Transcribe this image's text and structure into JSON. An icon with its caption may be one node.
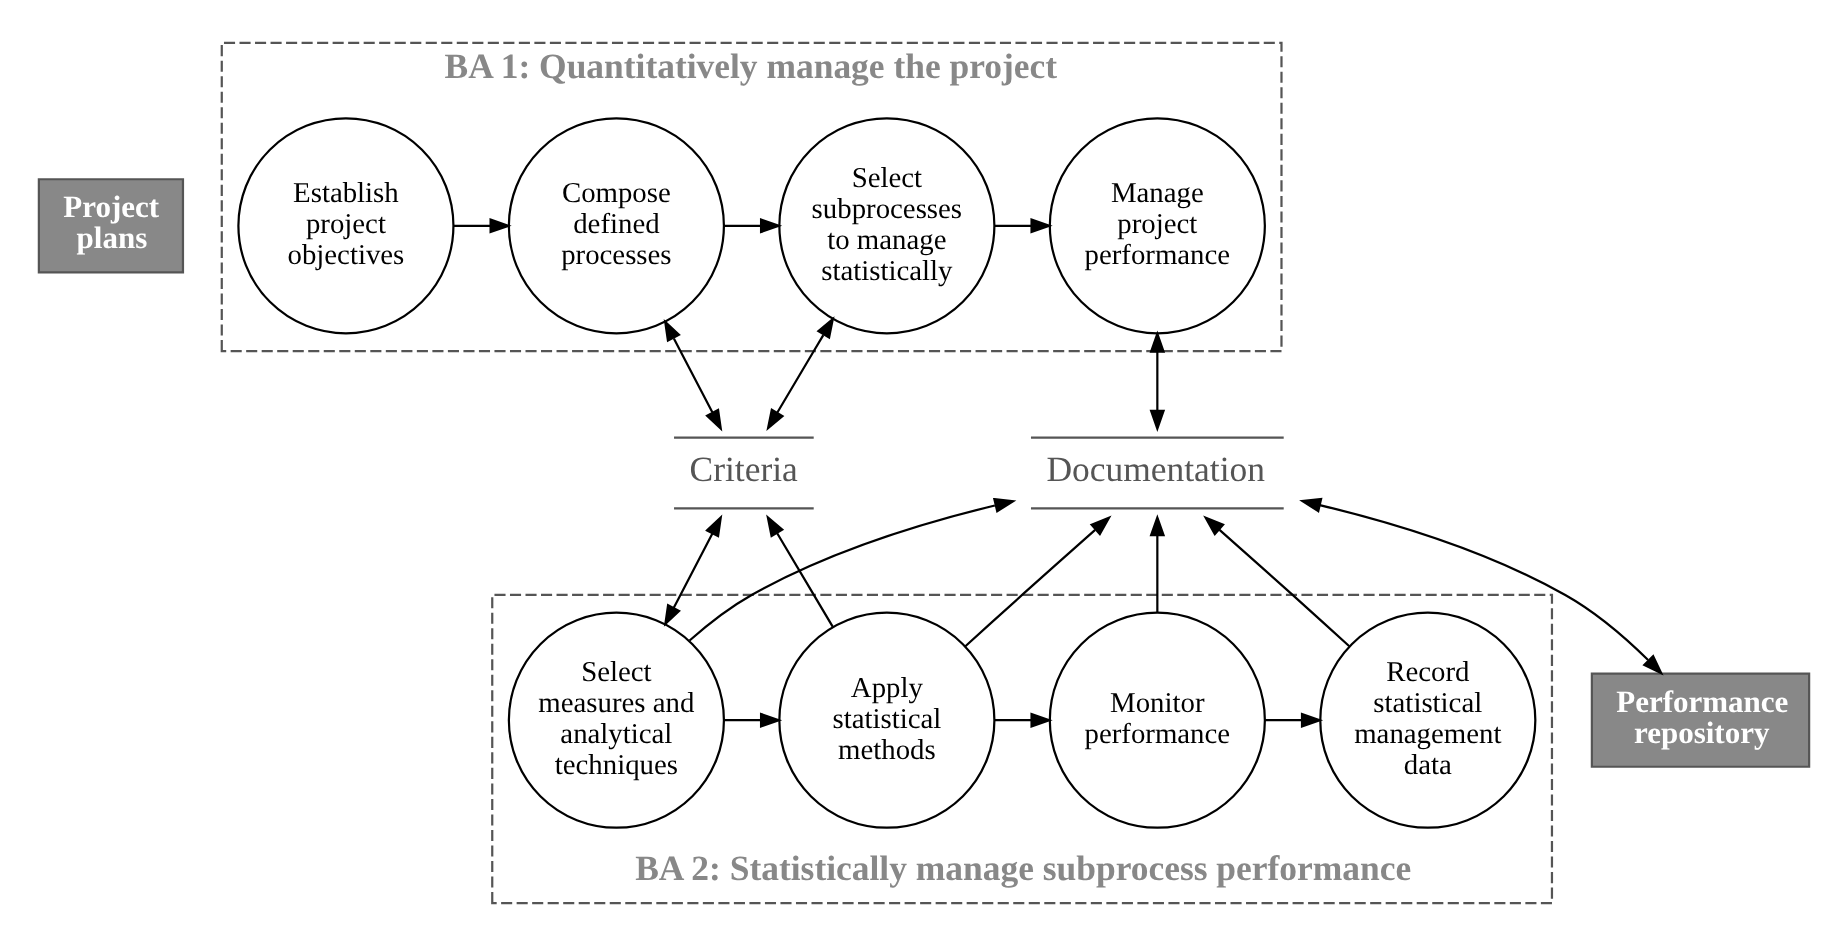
{
  "diagram": {
    "nodes": [
      {
        "text": [
          "Project plans"
        ]
      },
      {
        "text": [
          "BA 1: Quantitatively manage the project"
        ]
      },
      {
        "text": [
          "Establish project objectives"
        ],
        "in": 1
      },
      {
        "text": [
          "Compose defined processes"
        ],
        "in": 1
      },
      {
        "text": [
          "Select subprocesses to manage statistically"
        ],
        "in": 1
      },
      {
        "text": [
          "Manage project performance"
        ],
        "in": 1
      },
      {
        "text": [
          "Criteria"
        ]
      },
      {
        "text": [
          "Documentation"
        ]
      },
      {
        "text": [
          "BA 2: Statistically manage subprocess performance"
        ]
      },
      {
        "text": [
          "Select measures and analytical techniques"
        ],
        "in": 8
      },
      {
        "text": [
          "Apply statistical methods"
        ],
        "in": 8
      },
      {
        "text": [
          "Monitor performance"
        ],
        "in": 8
      },
      {
        "text": [
          "Record statistical management data"
        ],
        "in": 8
      },
      {
        "text": [
          "Performance repository"
        ]
      }
    ],
    "edges": [
      {
        "from": 2,
        "to": 3,
        "arrow": "to"
      },
      {
        "from": 3,
        "to": 4,
        "arrow": "to"
      },
      {
        "from": 4,
        "to": 5,
        "arrow": "to"
      },
      {
        "from": 3,
        "to": 6,
        "arrow": "both"
      },
      {
        "from": 4,
        "to": 6,
        "arrow": "both"
      },
      {
        "from": 5,
        "to": 7,
        "arrow": "both"
      },
      {
        "from": 6,
        "to": 9,
        "arrow": "both"
      },
      {
        "from": 10,
        "to": 6,
        "arrow": "to"
      },
      {
        "from": 9,
        "to": 7,
        "arrow": "to"
      },
      {
        "from": 10,
        "to": 7,
        "arrow": "to"
      },
      {
        "from": 11,
        "to": 7,
        "arrow": "to"
      },
      {
        "from": 12,
        "to": 7,
        "arrow": "to"
      },
      {
        "from": 7,
        "to": 13,
        "arrow": "both"
      },
      {
        "from": 9,
        "to": 10,
        "arrow": "to"
      },
      {
        "from": 10,
        "to": 11,
        "arrow": "to"
      },
      {
        "from": 11,
        "to": 12,
        "arrow": "to"
      }
    ]
  }
}
